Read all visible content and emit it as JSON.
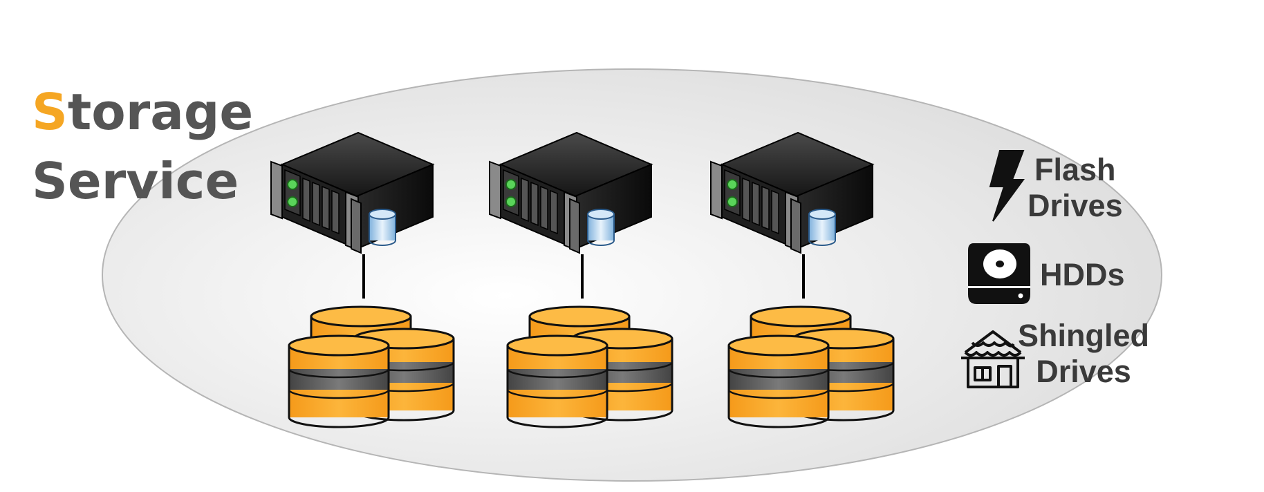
{
  "title": {
    "line1_initial": "S",
    "line1_rest": "torage",
    "line2": "Service"
  },
  "colors": {
    "accent": "#f5a623",
    "title_gray": "#555555",
    "disk_orange": "#f8a72a",
    "disk_band": "#5a5a5a",
    "server_body": "#1a1a1a",
    "cylinder_blue": "#a8cbe8"
  },
  "storage_nodes": [
    {
      "server": "server-icon",
      "storage": "database-stack-icon"
    },
    {
      "server": "server-icon",
      "storage": "database-stack-icon"
    },
    {
      "server": "server-icon",
      "storage": "database-stack-icon"
    }
  ],
  "legend": [
    {
      "icon": "lightning-bolt-icon",
      "line1": "Flash",
      "line2": "Drives"
    },
    {
      "icon": "hard-disk-icon",
      "line1": "HDDs",
      "line2": ""
    },
    {
      "icon": "shingled-roof-house-icon",
      "line1": "Shingled",
      "line2": "Drives"
    }
  ]
}
